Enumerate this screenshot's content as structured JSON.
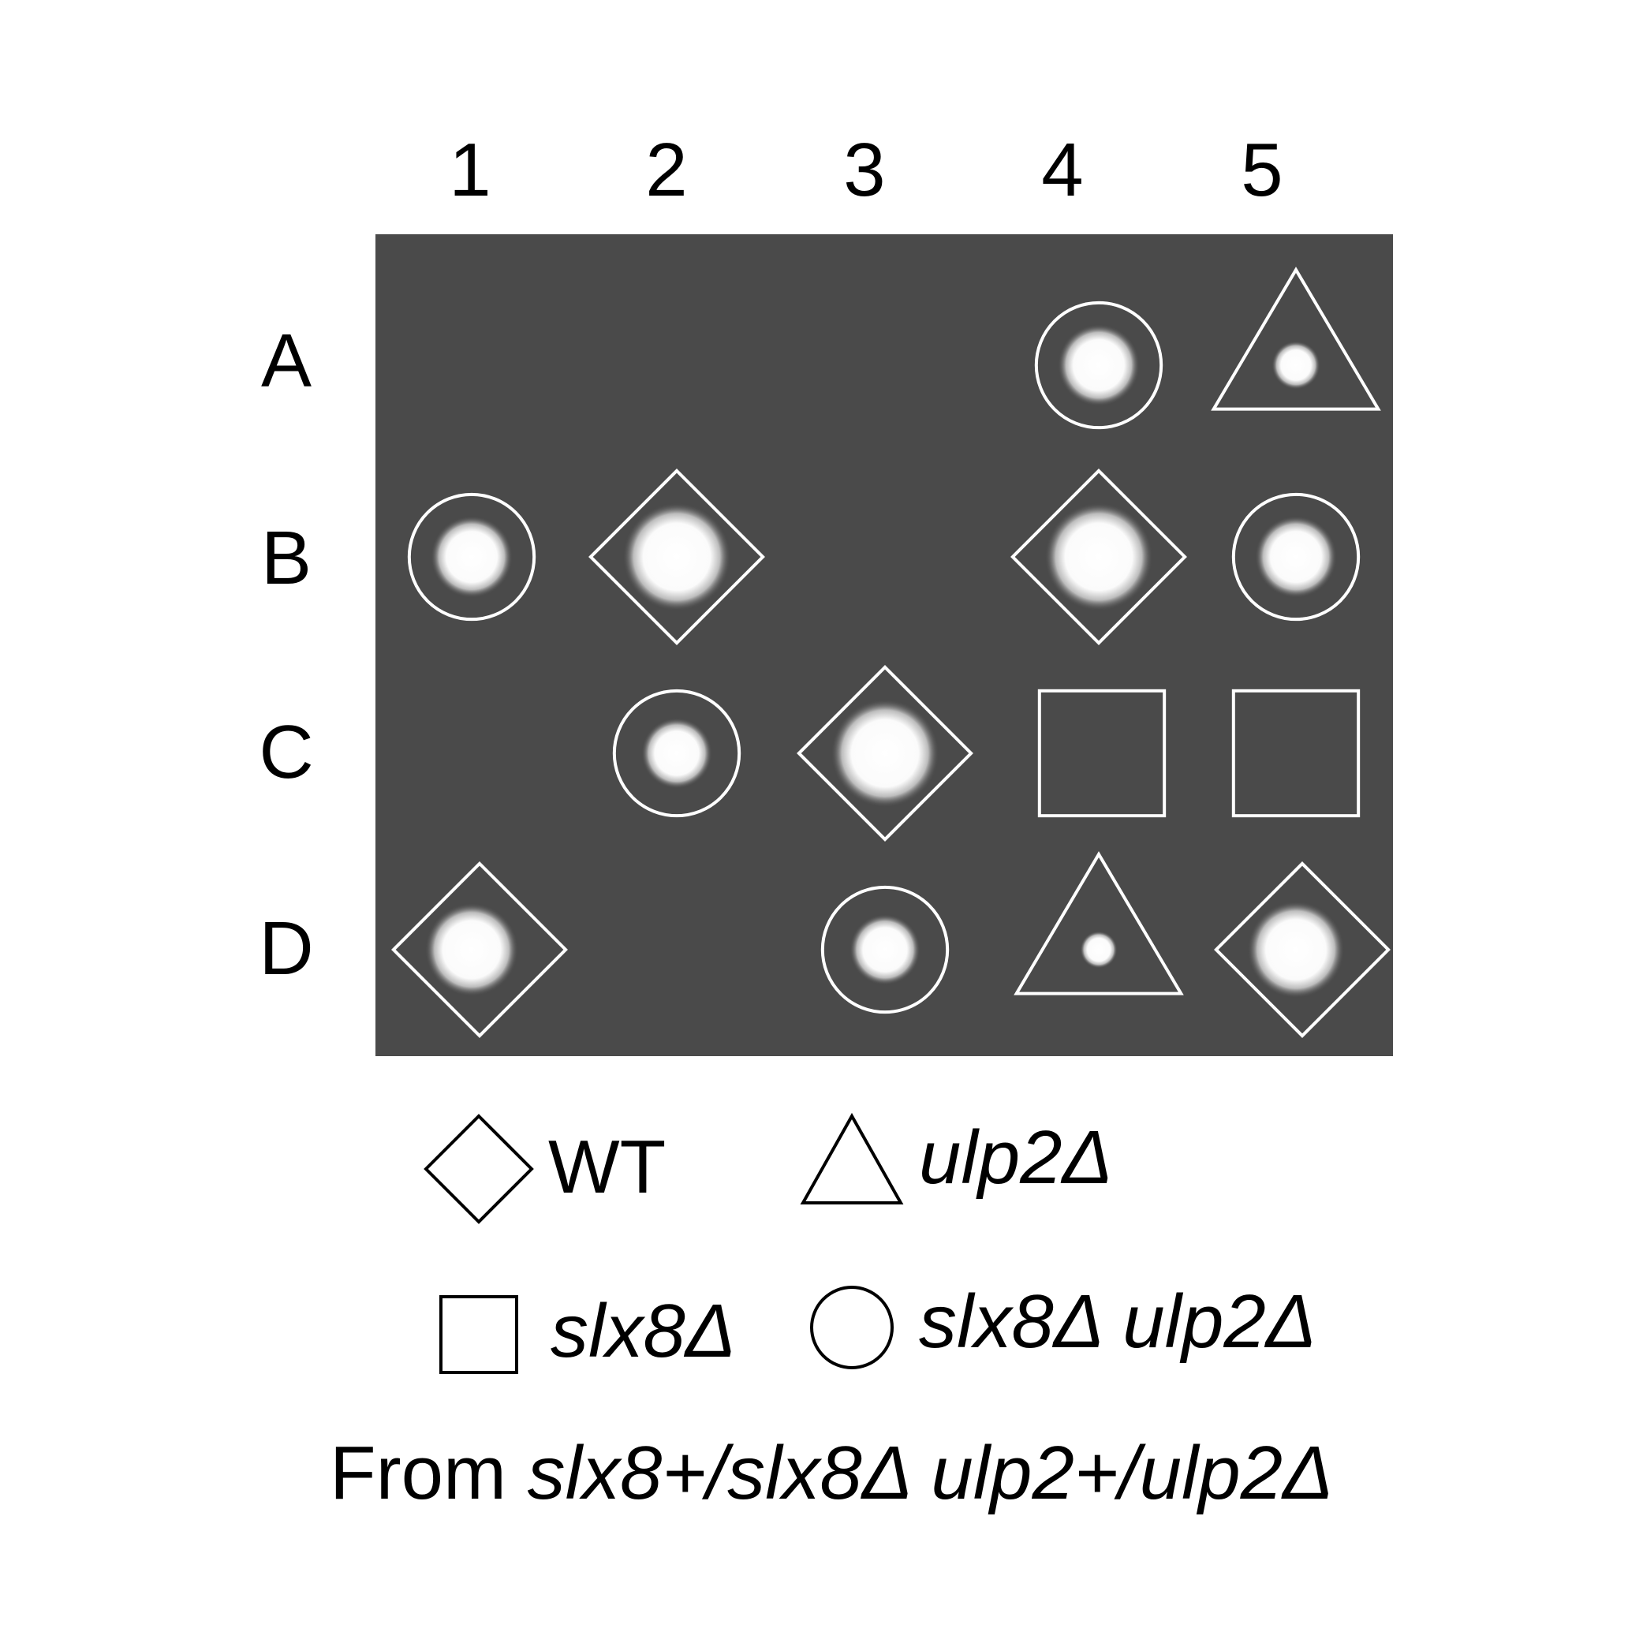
{
  "columns": [
    "1",
    "2",
    "3",
    "4",
    "5"
  ],
  "rows": [
    "A",
    "B",
    "C",
    "D"
  ],
  "colors": {
    "plate": "#4a4a4a",
    "outline": "#ffffff",
    "colony": "#ffffff",
    "ink": "#000000"
  },
  "tetrads": {
    "A": [
      "none",
      "none",
      "none",
      "circle",
      "triangle"
    ],
    "B": [
      "circle",
      "diamond",
      "none",
      "diamond",
      "circle"
    ],
    "C": [
      "none",
      "circle",
      "diamond",
      "square",
      "square"
    ],
    "D": [
      "diamond",
      "none",
      "circle",
      "triangle",
      "diamond"
    ]
  },
  "legend": [
    {
      "shape": "diamond",
      "label": "WT",
      "italic": false
    },
    {
      "shape": "triangle",
      "label": "ulp2Δ",
      "italic": true
    },
    {
      "shape": "square",
      "label": "slx8Δ",
      "italic": true
    },
    {
      "shape": "circle",
      "label": "slx8Δ ulp2Δ",
      "italic": true
    }
  ],
  "caption": {
    "prefix": "From ",
    "genotype": "slx8+/slx8Δ ulp2+/ulp2Δ"
  }
}
